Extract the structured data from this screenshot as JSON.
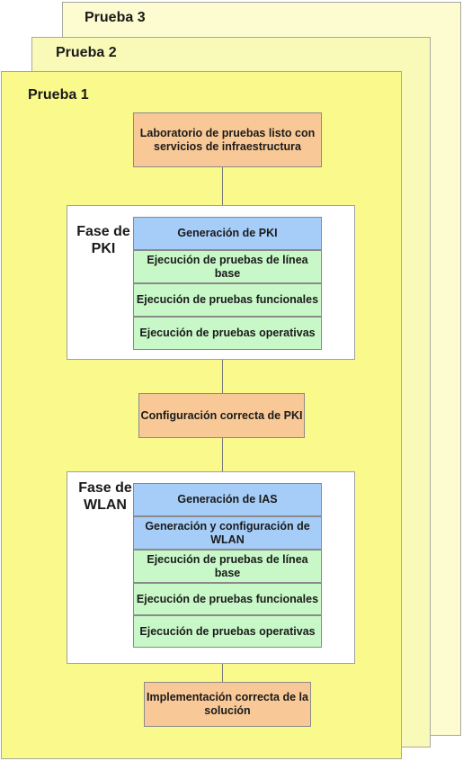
{
  "colors": {
    "sheet_back": "#fcfcd0",
    "sheet_mid": "#fafab8",
    "sheet_front": "#fafa8c",
    "terminal_box": "#f8c896",
    "generation_box": "#a5cdf8",
    "test_box": "#c8f8c8"
  },
  "sheets": {
    "prueba3": "Prueba 3",
    "prueba2": "Prueba 2",
    "prueba1": "Prueba 1"
  },
  "start": "Laboratorio de pruebas listo con servicios de infraestructura",
  "pki_phase": {
    "label": "Fase de PKI",
    "steps": [
      "Generación de PKI",
      "Ejecución de pruebas de línea base",
      "Ejecución de pruebas funcionales",
      "Ejecución de pruebas operativas"
    ]
  },
  "pki_result": "Configuración correcta de PKI",
  "wlan_phase": {
    "label": "Fase de WLAN",
    "steps": [
      "Generación de IAS",
      "Generación y configuración de WLAN",
      "Ejecución de pruebas de línea base",
      "Ejecución de pruebas funcionales",
      "Ejecución de pruebas operativas"
    ]
  },
  "end": "Implementación correcta de la solución"
}
